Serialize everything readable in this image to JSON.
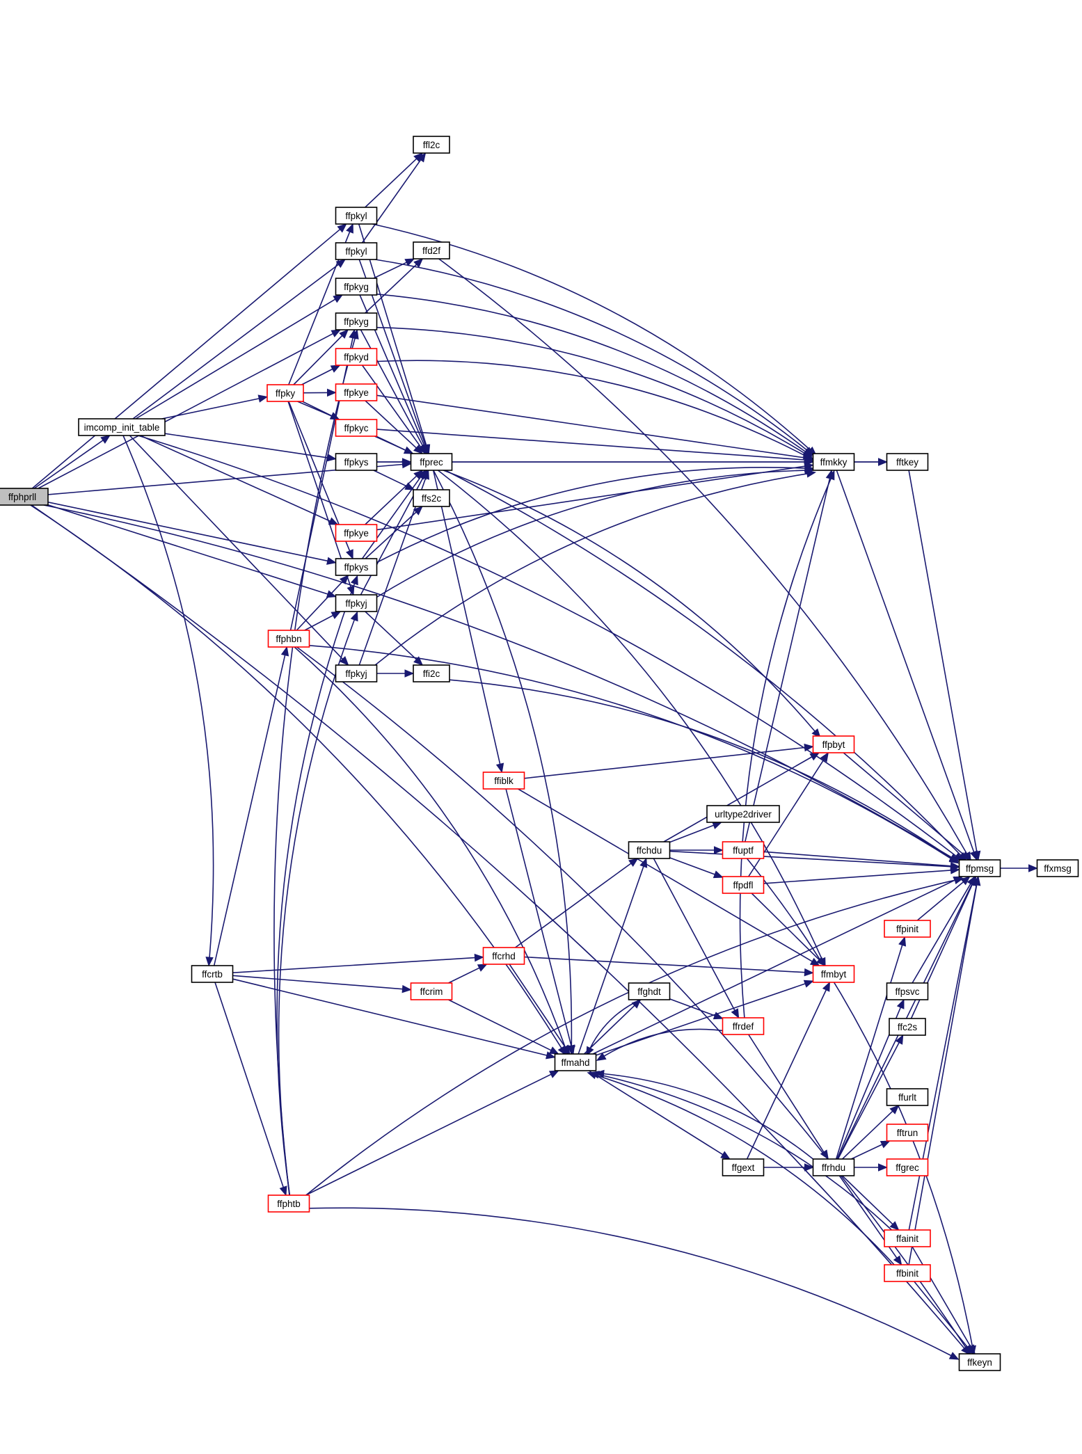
{
  "colors": {
    "edge": "#191970",
    "border_normal": "#000000",
    "border_truncated": "#ff0000",
    "fill_normal": "#ffffff",
    "fill_root": "#bfbfbf"
  },
  "nodes": [
    {
      "id": "ffphprll",
      "label": "ffphprll",
      "style": "root"
    },
    {
      "id": "imcomp_init_table",
      "label": "imcomp_init_table",
      "style": "normal"
    },
    {
      "id": "ffcrtb",
      "label": "ffcrtb",
      "style": "normal"
    },
    {
      "id": "ffphbn",
      "label": "ffphbn",
      "style": "truncated"
    },
    {
      "id": "ffphtb",
      "label": "ffphtb",
      "style": "truncated"
    },
    {
      "id": "ffpky",
      "label": "ffpky",
      "style": "truncated"
    },
    {
      "id": "ffpkyl_1",
      "label": "ffpkyl",
      "style": "normal"
    },
    {
      "id": "ffpkyl_2",
      "label": "ffpkyl",
      "style": "normal"
    },
    {
      "id": "ffpkyg_1",
      "label": "ffpkyg",
      "style": "normal"
    },
    {
      "id": "ffpkyg_2",
      "label": "ffpkyg",
      "style": "normal"
    },
    {
      "id": "ffpkyd",
      "label": "ffpkyd",
      "style": "truncated"
    },
    {
      "id": "ffpkye_1",
      "label": "ffpkye",
      "style": "truncated"
    },
    {
      "id": "ffpkyc",
      "label": "ffpkyc",
      "style": "truncated"
    },
    {
      "id": "ffpkys_1",
      "label": "ffpkys",
      "style": "normal"
    },
    {
      "id": "ffpkye_2",
      "label": "ffpkye",
      "style": "truncated"
    },
    {
      "id": "ffpkys_2",
      "label": "ffpkys",
      "style": "normal"
    },
    {
      "id": "ffpkyj_1",
      "label": "ffpkyj",
      "style": "normal"
    },
    {
      "id": "ffpkyj_2",
      "label": "ffpkyj",
      "style": "normal"
    },
    {
      "id": "ffl2c",
      "label": "ffl2c",
      "style": "normal"
    },
    {
      "id": "ffd2f",
      "label": "ffd2f",
      "style": "normal"
    },
    {
      "id": "ffprec",
      "label": "ffprec",
      "style": "normal"
    },
    {
      "id": "ffs2c",
      "label": "ffs2c",
      "style": "normal"
    },
    {
      "id": "ffi2c",
      "label": "ffi2c",
      "style": "normal"
    },
    {
      "id": "ffiblk",
      "label": "ffiblk",
      "style": "truncated"
    },
    {
      "id": "ffcrhd",
      "label": "ffcrhd",
      "style": "truncated"
    },
    {
      "id": "ffcrim",
      "label": "ffcrim",
      "style": "truncated"
    },
    {
      "id": "ffmahd",
      "label": "ffmahd",
      "style": "normal"
    },
    {
      "id": "ffchdu",
      "label": "ffchdu",
      "style": "normal"
    },
    {
      "id": "ffghdt",
      "label": "ffghdt",
      "style": "normal"
    },
    {
      "id": "urltype2driver",
      "label": "urltype2driver",
      "style": "normal"
    },
    {
      "id": "ffuptf",
      "label": "ffuptf",
      "style": "truncated"
    },
    {
      "id": "ffpdfl",
      "label": "ffpdfl",
      "style": "truncated"
    },
    {
      "id": "ffrdef",
      "label": "ffrdef",
      "style": "truncated"
    },
    {
      "id": "ffgext",
      "label": "ffgext",
      "style": "normal"
    },
    {
      "id": "ffmkky",
      "label": "ffmkky",
      "style": "normal"
    },
    {
      "id": "fftkey",
      "label": "fftkey",
      "style": "normal"
    },
    {
      "id": "ffpbyt",
      "label": "ffpbyt",
      "style": "truncated"
    },
    {
      "id": "ffmbyt",
      "label": "ffmbyt",
      "style": "truncated"
    },
    {
      "id": "ffrhdu",
      "label": "ffrhdu",
      "style": "normal"
    },
    {
      "id": "ffpinit",
      "label": "ffpinit",
      "style": "truncated"
    },
    {
      "id": "ffpsvc",
      "label": "ffpsvc",
      "style": "normal"
    },
    {
      "id": "ffc2s",
      "label": "ffc2s",
      "style": "normal"
    },
    {
      "id": "ffurlt",
      "label": "ffurlt",
      "style": "normal"
    },
    {
      "id": "fftrun",
      "label": "fftrun",
      "style": "truncated"
    },
    {
      "id": "ffgrec",
      "label": "ffgrec",
      "style": "truncated"
    },
    {
      "id": "ffainit",
      "label": "ffainit",
      "style": "truncated"
    },
    {
      "id": "ffbinit",
      "label": "ffbinit",
      "style": "truncated"
    },
    {
      "id": "ffpmsg",
      "label": "ffpmsg",
      "style": "normal"
    },
    {
      "id": "ffxmsg",
      "label": "ffxmsg",
      "style": "normal"
    },
    {
      "id": "ffkeyn",
      "label": "ffkeyn",
      "style": "normal"
    }
  ],
  "edges": [
    [
      "ffphprll",
      "imcomp_init_table"
    ],
    [
      "ffphprll",
      "ffpkyl_1"
    ],
    [
      "ffphprll",
      "ffpkyg_2"
    ],
    [
      "ffphprll",
      "ffprec"
    ],
    [
      "ffphprll",
      "ffpkys_2"
    ],
    [
      "ffphprll",
      "ffpkyj_1"
    ],
    [
      "ffphprll",
      "ffmahd"
    ],
    [
      "ffphprll",
      "ffpmsg"
    ],
    [
      "ffphprll",
      "ffkeyn"
    ],
    [
      "imcomp_init_table",
      "ffpkyl_2"
    ],
    [
      "imcomp_init_table",
      "ffpkyg_1"
    ],
    [
      "imcomp_init_table",
      "ffpky"
    ],
    [
      "imcomp_init_table",
      "ffpkys_1"
    ],
    [
      "imcomp_init_table",
      "ffpkye_2"
    ],
    [
      "imcomp_init_table",
      "ffpkyj_2"
    ],
    [
      "imcomp_init_table",
      "ffcrtb"
    ],
    [
      "imcomp_init_table",
      "ffpmsg"
    ],
    [
      "ffpky",
      "ffpkyl_1"
    ],
    [
      "ffpky",
      "ffpkyg_2"
    ],
    [
      "ffpky",
      "ffpkyd"
    ],
    [
      "ffpky",
      "ffpkye_1"
    ],
    [
      "ffpky",
      "ffpkyc"
    ],
    [
      "ffpky",
      "ffpkys_2"
    ],
    [
      "ffpky",
      "ffpkyj_1"
    ],
    [
      "ffpky",
      "ffpmsg"
    ],
    [
      "ffpkyl_1",
      "ffl2c"
    ],
    [
      "ffpkyl_1",
      "ffprec"
    ],
    [
      "ffpkyl_1",
      "ffmkky"
    ],
    [
      "ffpkyl_2",
      "ffl2c"
    ],
    [
      "ffpkyl_2",
      "ffprec"
    ],
    [
      "ffpkyl_2",
      "ffmkky"
    ],
    [
      "ffpkyg_1",
      "ffd2f"
    ],
    [
      "ffpkyg_1",
      "ffprec"
    ],
    [
      "ffpkyg_1",
      "ffmkky"
    ],
    [
      "ffpkyg_2",
      "ffd2f"
    ],
    [
      "ffpkyg_2",
      "ffprec"
    ],
    [
      "ffpkyg_2",
      "ffmkky"
    ],
    [
      "ffpkyd",
      "ffprec"
    ],
    [
      "ffpkyd",
      "ffmkky"
    ],
    [
      "ffpkye_1",
      "ffprec"
    ],
    [
      "ffpkye_1",
      "ffmkky"
    ],
    [
      "ffpkyc",
      "ffprec"
    ],
    [
      "ffpkyc",
      "ffmkky"
    ],
    [
      "ffpkys_1",
      "ffprec"
    ],
    [
      "ffpkys_1",
      "ffs2c"
    ],
    [
      "ffpkys_1",
      "ffmkky"
    ],
    [
      "ffpkye_2",
      "ffprec"
    ],
    [
      "ffpkye_2",
      "ffmkky"
    ],
    [
      "ffpkys_2",
      "ffprec"
    ],
    [
      "ffpkys_2",
      "ffs2c"
    ],
    [
      "ffpkys_2",
      "ffmkky"
    ],
    [
      "ffpkyj_1",
      "ffprec"
    ],
    [
      "ffpkyj_1",
      "ffi2c"
    ],
    [
      "ffpkyj_1",
      "ffmkky"
    ],
    [
      "ffpkyj_2",
      "ffprec"
    ],
    [
      "ffpkyj_2",
      "ffi2c"
    ],
    [
      "ffpkyj_2",
      "ffmkky"
    ],
    [
      "ffd2f",
      "ffpmsg"
    ],
    [
      "ffi2c",
      "ffpmsg"
    ],
    [
      "ffprec",
      "fftkey"
    ],
    [
      "ffprec",
      "ffiblk"
    ],
    [
      "ffprec",
      "ffpbyt"
    ],
    [
      "ffprec",
      "ffmbyt"
    ],
    [
      "ffprec",
      "ffmahd"
    ],
    [
      "ffmkky",
      "fftkey"
    ],
    [
      "ffmkky",
      "ffpmsg"
    ],
    [
      "fftkey",
      "ffpmsg"
    ],
    [
      "ffcrtb",
      "ffphbn"
    ],
    [
      "ffcrtb",
      "ffphtb"
    ],
    [
      "ffcrtb",
      "ffcrhd"
    ],
    [
      "ffcrtb",
      "ffcrim"
    ],
    [
      "ffcrtb",
      "ffmahd"
    ],
    [
      "ffphbn",
      "ffpkyg_2"
    ],
    [
      "ffphbn",
      "ffpkys_2"
    ],
    [
      "ffphbn",
      "ffpkyj_1"
    ],
    [
      "ffphbn",
      "ffpmsg"
    ],
    [
      "ffphbn",
      "ffmahd"
    ],
    [
      "ffphbn",
      "ffkeyn"
    ],
    [
      "ffphtb",
      "ffpkyg_2"
    ],
    [
      "ffphtb",
      "ffpkys_2"
    ],
    [
      "ffphtb",
      "ffpkyj_1"
    ],
    [
      "ffphtb",
      "ffmahd"
    ],
    [
      "ffphtb",
      "ffpmsg"
    ],
    [
      "ffphtb",
      "ffkeyn"
    ],
    [
      "ffiblk",
      "ffpbyt"
    ],
    [
      "ffiblk",
      "ffmbyt"
    ],
    [
      "ffiblk",
      "ffmahd"
    ],
    [
      "ffcrhd",
      "ffchdu"
    ],
    [
      "ffcrhd",
      "ffmbyt"
    ],
    [
      "ffcrhd",
      "ffmahd"
    ],
    [
      "ffcrim",
      "ffcrhd"
    ],
    [
      "ffcrim",
      "ffmahd"
    ],
    [
      "ffmahd",
      "ffchdu"
    ],
    [
      "ffmahd",
      "ffghdt"
    ],
    [
      "ffmahd",
      "ffpmsg"
    ],
    [
      "ffmahd",
      "ffgext"
    ],
    [
      "ffmahd",
      "ffmbyt"
    ],
    [
      "ffchdu",
      "urltype2driver"
    ],
    [
      "ffchdu",
      "ffuptf"
    ],
    [
      "ffchdu",
      "ffpdfl"
    ],
    [
      "ffchdu",
      "ffrdef"
    ],
    [
      "ffchdu",
      "ffpmsg"
    ],
    [
      "ffchdu",
      "ffpbyt"
    ],
    [
      "ffghdt",
      "ffrdef"
    ],
    [
      "ffghdt",
      "ffmahd"
    ],
    [
      "ffuptf",
      "ffmkky"
    ],
    [
      "ffuptf",
      "ffpmsg"
    ],
    [
      "ffuptf",
      "ffkeyn"
    ],
    [
      "ffpdfl",
      "ffpbyt"
    ],
    [
      "ffpdfl",
      "ffmbyt"
    ],
    [
      "ffpdfl",
      "ffpmsg"
    ],
    [
      "ffrdef",
      "ffmahd"
    ],
    [
      "ffrdef",
      "ffmkky"
    ],
    [
      "ffrdef",
      "ffrhdu"
    ],
    [
      "ffgext",
      "ffrhdu"
    ],
    [
      "ffgext",
      "ffmbyt"
    ],
    [
      "ffrhdu",
      "ffpinit"
    ],
    [
      "ffrhdu",
      "ffpsvc"
    ],
    [
      "ffrhdu",
      "ffc2s"
    ],
    [
      "ffrhdu",
      "ffurlt"
    ],
    [
      "ffrhdu",
      "fftrun"
    ],
    [
      "ffrhdu",
      "ffgrec"
    ],
    [
      "ffrhdu",
      "ffainit"
    ],
    [
      "ffrhdu",
      "ffbinit"
    ],
    [
      "ffrhdu",
      "ffmahd"
    ],
    [
      "ffrhdu",
      "ffpmsg"
    ],
    [
      "ffpinit",
      "ffpmsg"
    ],
    [
      "ffpsvc",
      "ffpmsg"
    ],
    [
      "ffc2s",
      "ffpmsg"
    ],
    [
      "ffainit",
      "ffmahd"
    ],
    [
      "ffainit",
      "ffpmsg"
    ],
    [
      "ffainit",
      "ffkeyn"
    ],
    [
      "ffbinit",
      "ffmahd"
    ],
    [
      "ffbinit",
      "ffpmsg"
    ],
    [
      "ffbinit",
      "ffkeyn"
    ],
    [
      "ffpbyt",
      "ffpmsg"
    ],
    [
      "ffpmsg",
      "ffxmsg"
    ]
  ]
}
